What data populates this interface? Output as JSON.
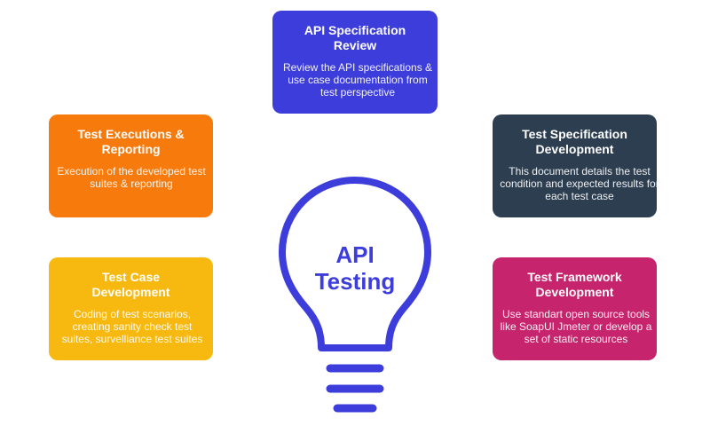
{
  "center": {
    "title_line1": "API",
    "title_line2": "Testing"
  },
  "cards": {
    "review": {
      "title": "API Specification Review",
      "description": "Review the API specifications & use case documentation from test perspective",
      "color": "#3d3ddc"
    },
    "execution": {
      "title": "Test Executions & Reporting",
      "description": "Execution of the developed test suites & reporting",
      "color": "#f67a0c"
    },
    "specification": {
      "title": "Test Specification Development",
      "description": "This document details the test condition and expected results for each test case",
      "color": "#2c3e50"
    },
    "test_case": {
      "title": "Test Case Development",
      "description": "Coding of test scenarios, creating sanity check test suites, survelliance test suites",
      "color": "#f7b90f"
    },
    "framework": {
      "title": "Test Framework Development",
      "description": "Use standart open source tools like SoapUI Jmeter or develop a set of static resources",
      "color": "#c7246e"
    }
  },
  "icons": {
    "bulb": "lightbulb-icon"
  },
  "accent": "#3d3ddc"
}
